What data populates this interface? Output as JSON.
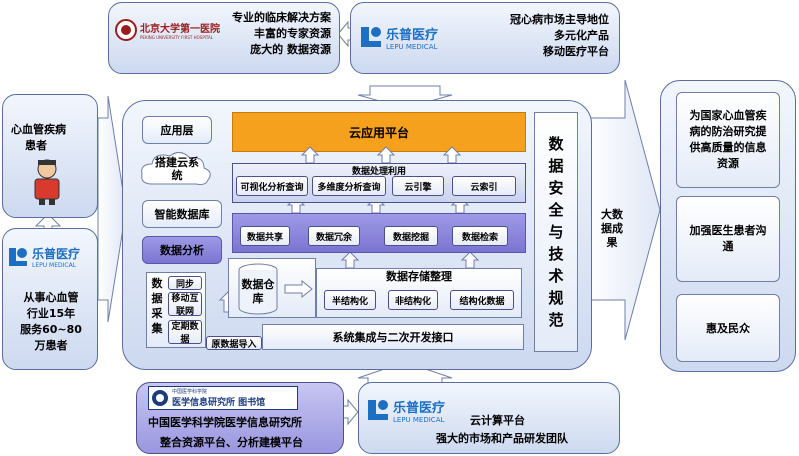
{
  "top_left": {
    "logo_name": "北京大学第一医院",
    "logo_sub": "PEKING UNIVERSITY FIRST HOSPITAL",
    "lines": [
      "专业的临床解决方案",
      "丰富的专家资源",
      "庞大的 数据资源"
    ]
  },
  "top_right": {
    "logo_cn": "乐普医疗",
    "logo_en": "LEPU MEDICAL",
    "lines": [
      "冠心病市场主导地位",
      "多元化产品",
      "移动医疗平台"
    ]
  },
  "left": {
    "patients": [
      "心血管疾病",
      "患者"
    ],
    "logo_cn": "乐普医疗",
    "logo_en": "LEPU MEDICAL",
    "desc": [
      "从事心血管",
      "行业15年",
      "服务60~80",
      "万患者"
    ]
  },
  "center": {
    "app_layer": "应用层",
    "cloud_label": "搭建云系统",
    "smart_db": "智能数据库",
    "data_analysis": "数据分析",
    "cloud_platform": "云应用平台",
    "processing_title": "数据处理利用",
    "processing_items": [
      "可视化分析查询",
      "多维度分析查询",
      "云引擎",
      "云索引"
    ],
    "lower_items": [
      "数据共享",
      "数据冗余",
      "数据挖掘",
      "数据检索"
    ],
    "collection_label": "数据采集",
    "collection_items": [
      "同步",
      "移动互联网",
      "定期数据"
    ],
    "warehouse": "数据仓库",
    "storage_title": "数据存储整理",
    "storage_items": [
      "半结构化",
      "非结构化",
      "结构化数据"
    ],
    "raw_import": "原数据导入",
    "integration": "系统集成与二次开发接口",
    "security": "数据安全与技术规范"
  },
  "results": {
    "label": "大数据成果",
    "items": [
      "为国家心血管疾病的防治研究提供高质量的信息资源",
      "加强医生患者沟通",
      "惠及民众"
    ]
  },
  "bottom_left": {
    "logo_text": "医学信息研究所 图书馆",
    "logo_top": "中国医学科学院",
    "lines": [
      "中国医学科学院医学信息研究所",
      "整合资源平台、分析建模平台"
    ]
  },
  "bottom_right": {
    "logo_cn": "乐普医疗",
    "logo_en": "LEPU MEDICAL",
    "lines": [
      "云计算平台",
      "强大的市场和产品研发团队"
    ]
  },
  "colors": {
    "accent_orange": "#f5a11d",
    "purple": "#8e89df",
    "lepu_blue": "#1d6fc1",
    "arrow_fill": "#ffffff",
    "panel_bg": "#dfe7f6"
  }
}
